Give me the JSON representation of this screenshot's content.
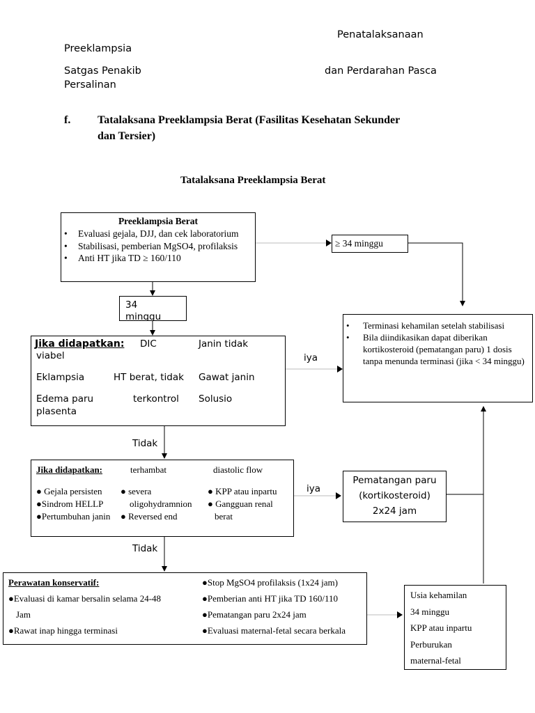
{
  "header": {
    "line1_right": "Penatalaksanaan",
    "line1_left": "Preeklampsia",
    "line2_left": "Satgas Penakib",
    "line2_right": "dan Perdarahan Pasca",
    "line3_left": "Persalinan"
  },
  "section": {
    "number": "f.",
    "title_line1": "Tatalaksana Preeklampsia Berat (Fasilitas Kesehatan Sekunder",
    "title_line2": "dan Tersier)"
  },
  "diagram_title": "Tatalaksana Preeklampsia Berat",
  "box_main": {
    "title": "Preeklampsia Berat",
    "items": [
      "Evaluasi gejala, DJJ, dan cek laboratorium",
      "Stabilisasi, pemberian MgSO4, profilaksis",
      "Anti HT jika TD ≥ 160/110"
    ]
  },
  "box_ge34": "≥ 34 minggu",
  "box_34": {
    "line1": "34",
    "line2": "minggu"
  },
  "box_terminate": {
    "items": [
      "Terminasi kehamilan setelah stabilisasi",
      "Bila diindikasikan dapat diberikan kortikosteroid (pematangan paru) 1 dosis tanpa menunda terminasi (jika < 34 minggu)"
    ]
  },
  "box_jika1": {
    "heading": "Jika didapatkan:",
    "r1c1": "DIC",
    "r1c2": "Janin tidak",
    "r1c3": "viabel",
    "r2c1": "Eklampsia",
    "r2c2": "HT berat, tidak",
    "r2c3": "Gawat janin",
    "r3c1": "Edema paru",
    "r3c2": "terkontrol",
    "r3c3": "Solusio",
    "r3c4": "plasenta"
  },
  "label_iya1": "iya",
  "label_tidak1": "Tidak",
  "box_jika2": {
    "heading": "Jika didapatkan:",
    "h_col2": "terhambat",
    "h_col3": "diastolic flow",
    "c1": [
      "● Gejala persisten",
      "●Sindrom HELLP",
      "●Pertumbuhan janin"
    ],
    "c2": [
      "● severa",
      "oligohydramnion",
      "● Reversed end"
    ],
    "c3": [
      "● KPP atau inpartu",
      "● Gangguan renal",
      "berat"
    ]
  },
  "label_iya2": "iya",
  "box_pematangan": {
    "line1": "Pematangan paru",
    "line2": "(kortikosteroid)",
    "line3": "2x24 jam"
  },
  "label_tidak2": "Tidak",
  "box_konservatif": {
    "heading": "Perawatan konservatif:",
    "left": [
      "●Evaluasi di kamar bersalin selama 24-48",
      "Jam",
      "●Rawat inap hingga terminasi"
    ],
    "right": [
      "●Stop MgSO4 profilaksis (1x24 jam)",
      "●Pemberian anti HT jika TD  160/110",
      "●Pematangan paru 2x24 jam",
      "●Evaluasi maternal-fetal secara berkala"
    ]
  },
  "box_usia": [
    "Usia kehamilan",
    "34 minggu",
    "KPP atau inpartu",
    "Perburukan",
    "maternal-fetal"
  ]
}
